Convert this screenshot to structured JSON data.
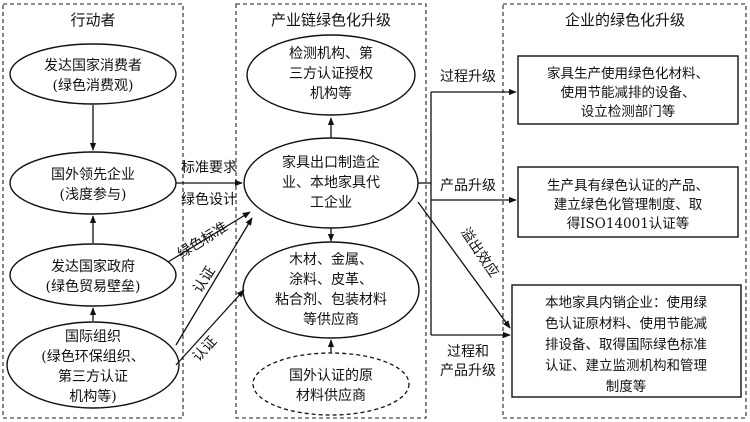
{
  "panels": {
    "actors_title": "行动者",
    "chain_title": "产业链绿色化升级",
    "enterprise_title": "企业的绿色化升级"
  },
  "actors": [
    [
      "发达国家消费者",
      "(绿色消费观)"
    ],
    [
      "国外领先企业",
      "(浅度参与)"
    ],
    [
      "发达国家政府",
      "(绿色贸易壁垒)"
    ],
    [
      "国际组织",
      "(绿色环保组织、",
      "第三方认证",
      "机构等)"
    ]
  ],
  "chain": {
    "testing": [
      "检测机构、第",
      "三方认证授权",
      "机构等"
    ],
    "manufacturer": [
      "家具出口制造企",
      "业、本地家具代",
      "工企业"
    ],
    "suppliers": [
      "木材、金属、",
      "涂料、皮革、",
      "粘合剂、包装材料",
      "等供应商"
    ],
    "foreign_suppliers": [
      "国外认证的原",
      "材料供应商"
    ]
  },
  "upgrades": [
    [
      "家具生产使用绿色化材料、",
      "使用节能减排的设备、",
      "设立检测部门等"
    ],
    [
      "生产具有绿色认证的产品、",
      "建立绿色化管理制度、取",
      "得ISO14001认证等"
    ],
    [
      "本地家具内销企业：使用绿",
      "色认证原材料、使用节能减",
      "排设备、取得国际绿色标准",
      "认证、建立监测机构和管理",
      "制度等"
    ]
  ],
  "edge_labels": {
    "standard_req": "标准要求",
    "green_design": "绿色设计",
    "green_standard": "绿色标准",
    "cert_1": "认证",
    "cert_2": "认证",
    "process_upgrade": "过程升级",
    "product_upgrade": "产品升级",
    "spillover": "溢出效应",
    "process_product_upgrade_1": "过程和",
    "process_product_upgrade_2": "产品升级"
  }
}
